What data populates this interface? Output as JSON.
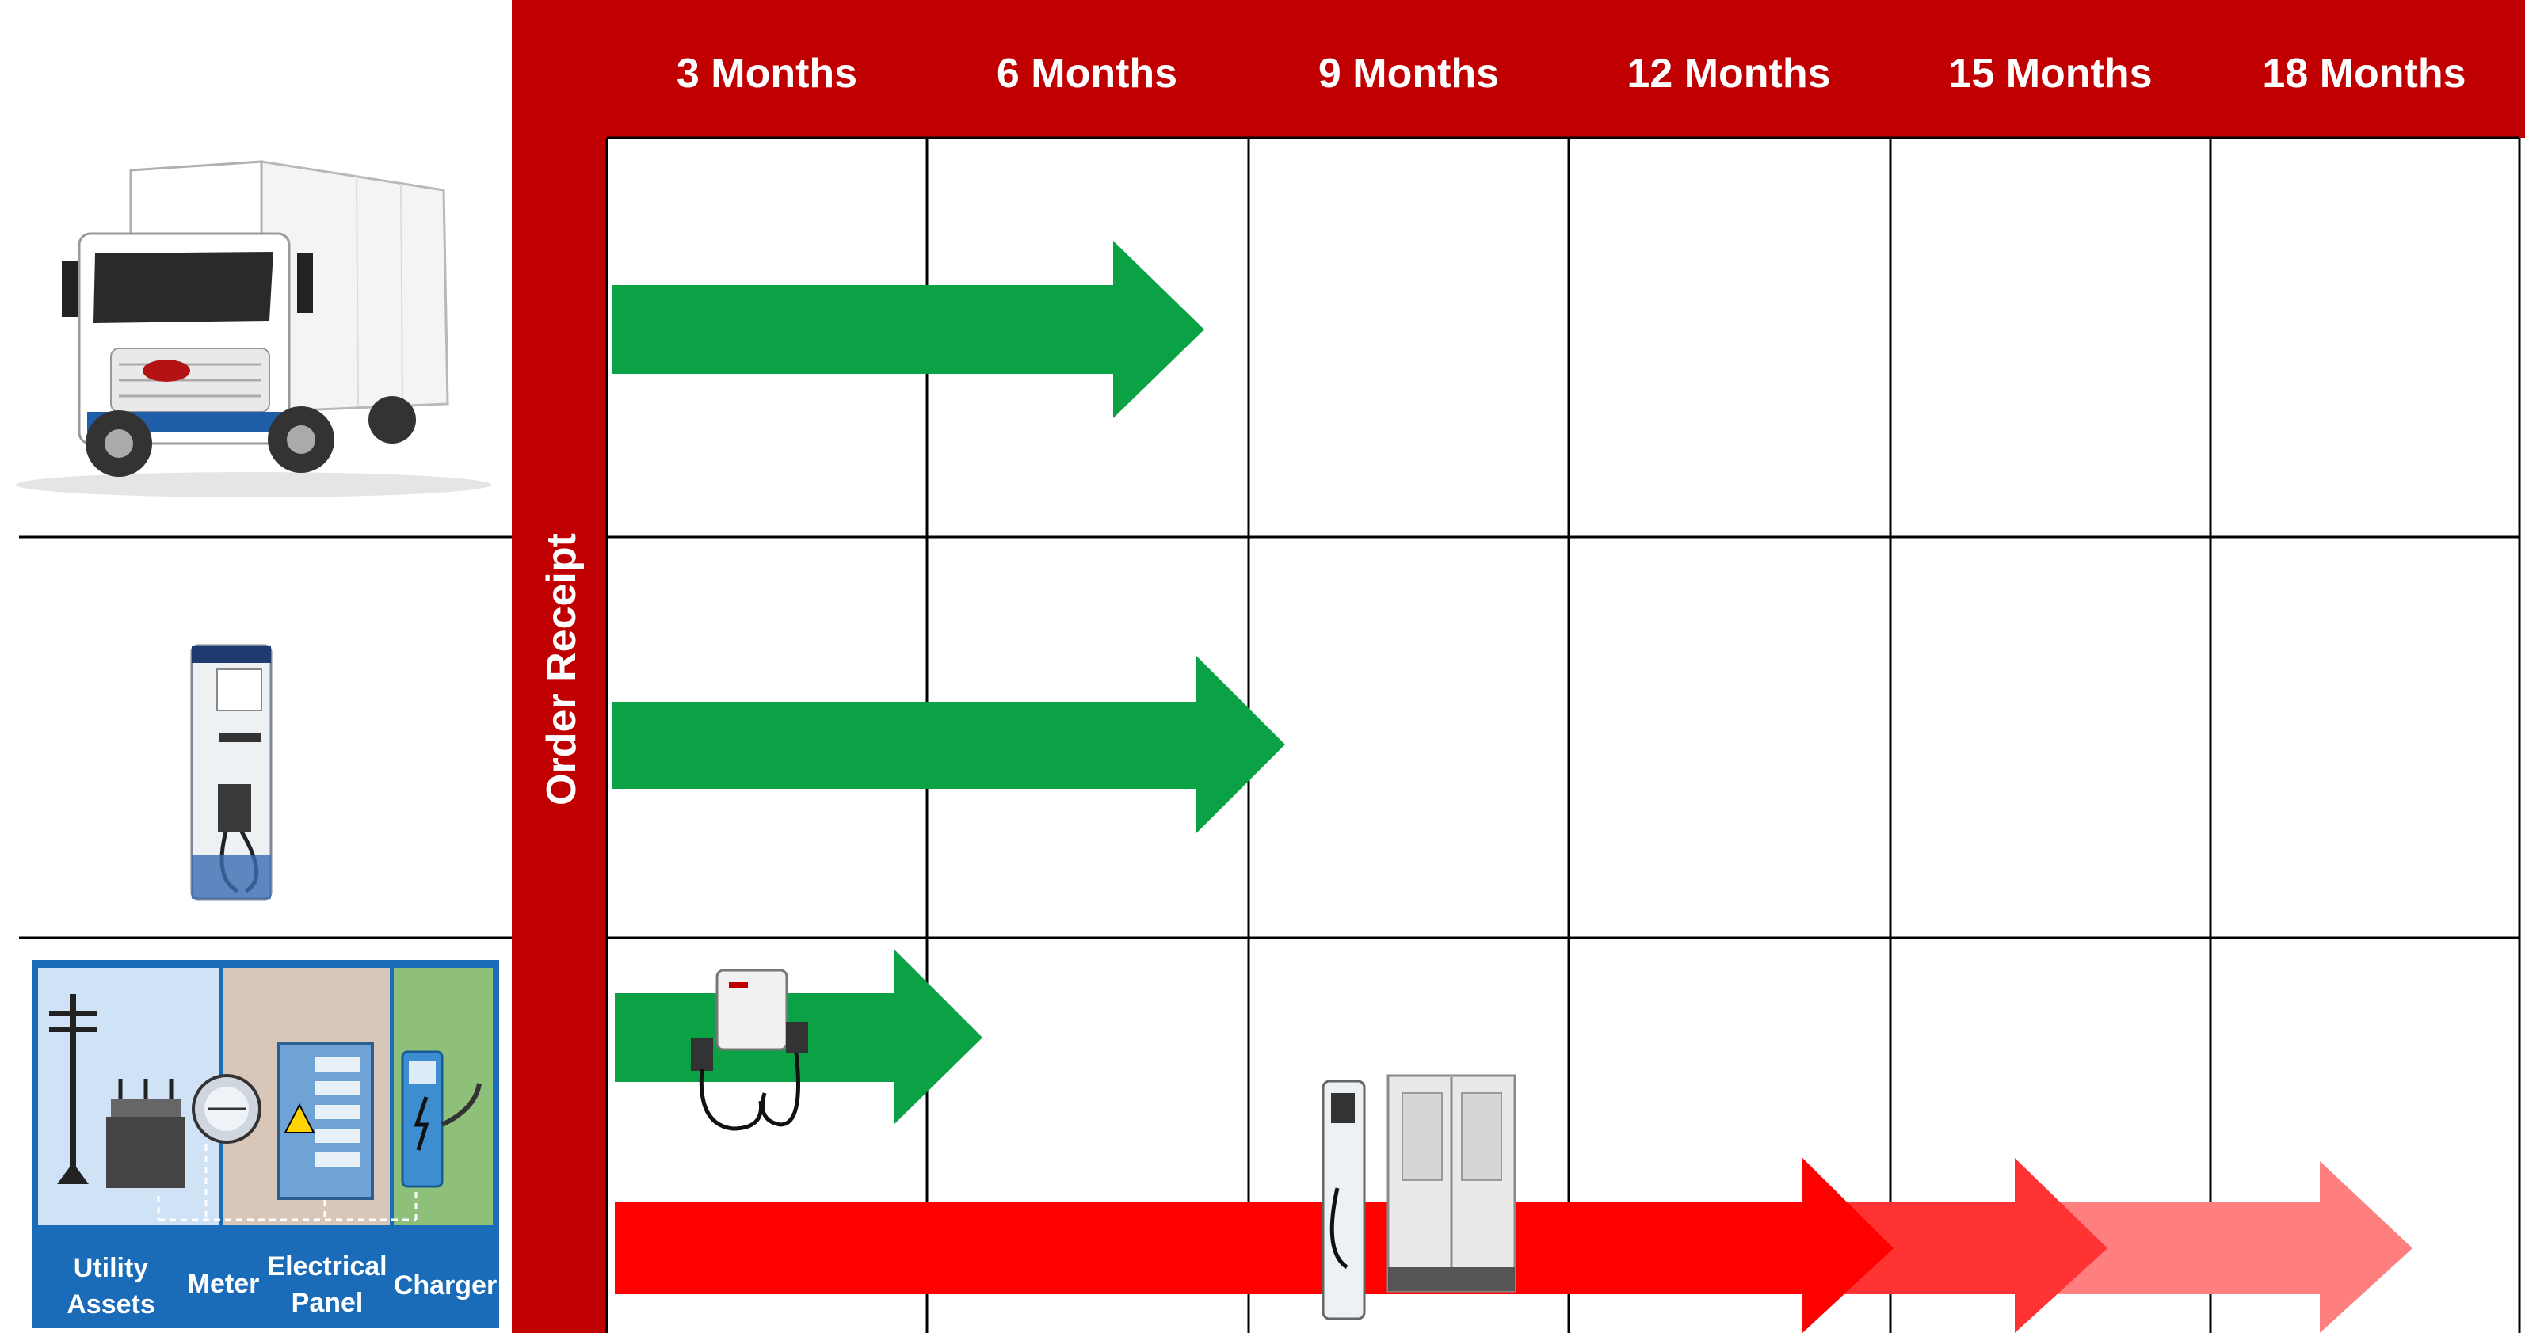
{
  "header": {
    "columns": [
      "3 Months",
      "6 Months",
      "9 Months",
      "12 Months",
      "15 Months",
      "18 Months"
    ],
    "order_receipt": "Order Receipt"
  },
  "rows": [
    {
      "name": "truck",
      "icon": "truck-icon"
    },
    {
      "name": "charger",
      "icon": "dc-fast-charger-icon"
    },
    {
      "name": "infrastructure",
      "icon": "utility-infrastructure-icon",
      "diagram_labels": [
        "Utility Assets",
        "Meter",
        "Electrical Panel",
        "Charger"
      ]
    }
  ],
  "arrows": [
    {
      "row": "truck",
      "color": "#0aa245",
      "end_months": 6.9
    },
    {
      "row": "charger",
      "color": "#0aa245",
      "end_months": 8.3
    },
    {
      "row": "infrastructure-small",
      "color": "#0aa245",
      "end_months": 4.7
    },
    {
      "row": "infrastructure-large",
      "color": "#ff0000",
      "end_months": 13.5
    },
    {
      "row": "infrastructure-large",
      "color": "#ff3333",
      "end_months": 16.0
    },
    {
      "row": "infrastructure-large",
      "color": "#ff7f7f",
      "end_months": 18.0
    }
  ],
  "colors": {
    "header_red": "#c00000",
    "grid": "#000000",
    "panel_blue": "#1a6bb8"
  }
}
